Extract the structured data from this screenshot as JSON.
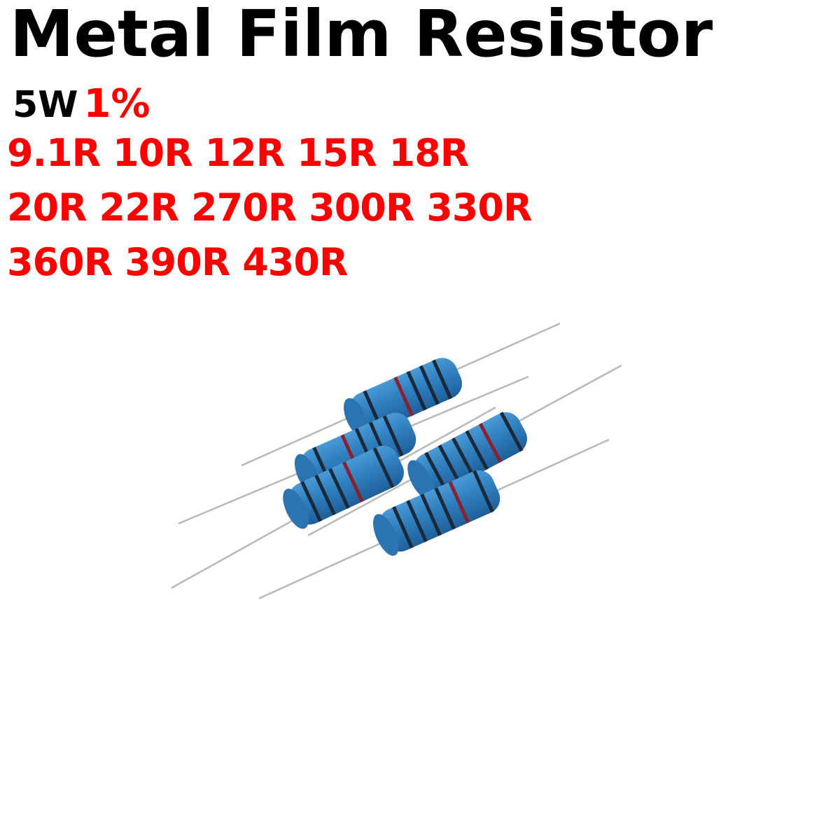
{
  "product": {
    "title": "Metal Film Resistor",
    "power": "5W",
    "tolerance": "1%",
    "value_rows": [
      "9.1R 10R 12R 15R 18R",
      "20R 22R 270R 300R 330R",
      "360R 390R 430R"
    ],
    "values": [
      "9.1R",
      "10R",
      "12R",
      "15R",
      "18R",
      "20R",
      "22R",
      "270R",
      "300R",
      "330R",
      "360R",
      "390R",
      "430R"
    ]
  },
  "colors": {
    "title": "#000000",
    "accent_red": "#ff0000",
    "resistor_body": "#2f7fbf",
    "band_dark": "#1a2a3a",
    "band_red": "#8a2030",
    "lead": "#b8b8b8"
  },
  "photo": {
    "subject": "five blue metal film resistors with color bands",
    "count": 5
  }
}
